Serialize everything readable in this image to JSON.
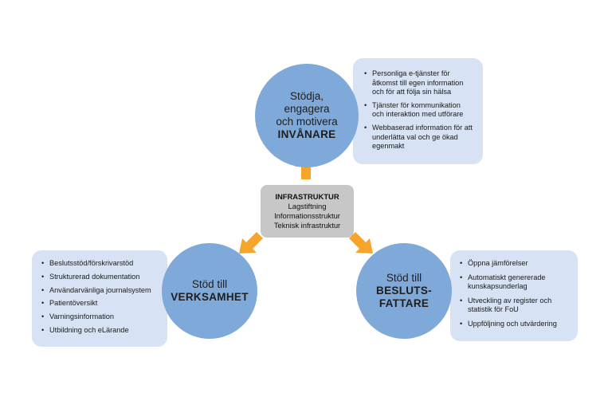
{
  "top": {
    "circle_lines": [
      "Stödja,",
      "engagera",
      "och motivera"
    ],
    "circle_emphasis": [
      "INVÅNARE"
    ],
    "items": [
      "Personliga e-tjänster för åtkomst till egen information och för att följa sin hälsa",
      "Tjänster för kommunikation och interaktion med utförare",
      "Webbaserad information för att underlätta val och ge ökad egenmakt"
    ]
  },
  "center": {
    "heading": "INFRASTRUKTUR",
    "lines": [
      "Lagstiftning",
      "Informationsstruktur",
      "Teknisk infrastruktur"
    ]
  },
  "left": {
    "circle_lines": [
      "Stöd till"
    ],
    "circle_emphasis": [
      "VERKSAMHET"
    ],
    "items": [
      "Beslutsstöd/förskrivarstöd",
      "Strukturerad dokumentation",
      "Användarvänliga journalsystem",
      "Patientöversikt",
      "Varningsinformation",
      "Utbildning och eLärande"
    ]
  },
  "right": {
    "circle_lines": [
      "Stöd till"
    ],
    "circle_emphasis": [
      "BESLUTS-",
      "FATTARE"
    ],
    "items": [
      "Öppna jämförelser",
      "Automatiskt genererade kunskapsunderlag",
      "Utveckling av register och statistik för FoU",
      "Uppföljning och utvärdering"
    ]
  },
  "colors": {
    "circle": "#7fa9d9",
    "panel": "#d7e3f4",
    "center_box": "#c7c7c7",
    "arrow": "#f5a52a"
  }
}
